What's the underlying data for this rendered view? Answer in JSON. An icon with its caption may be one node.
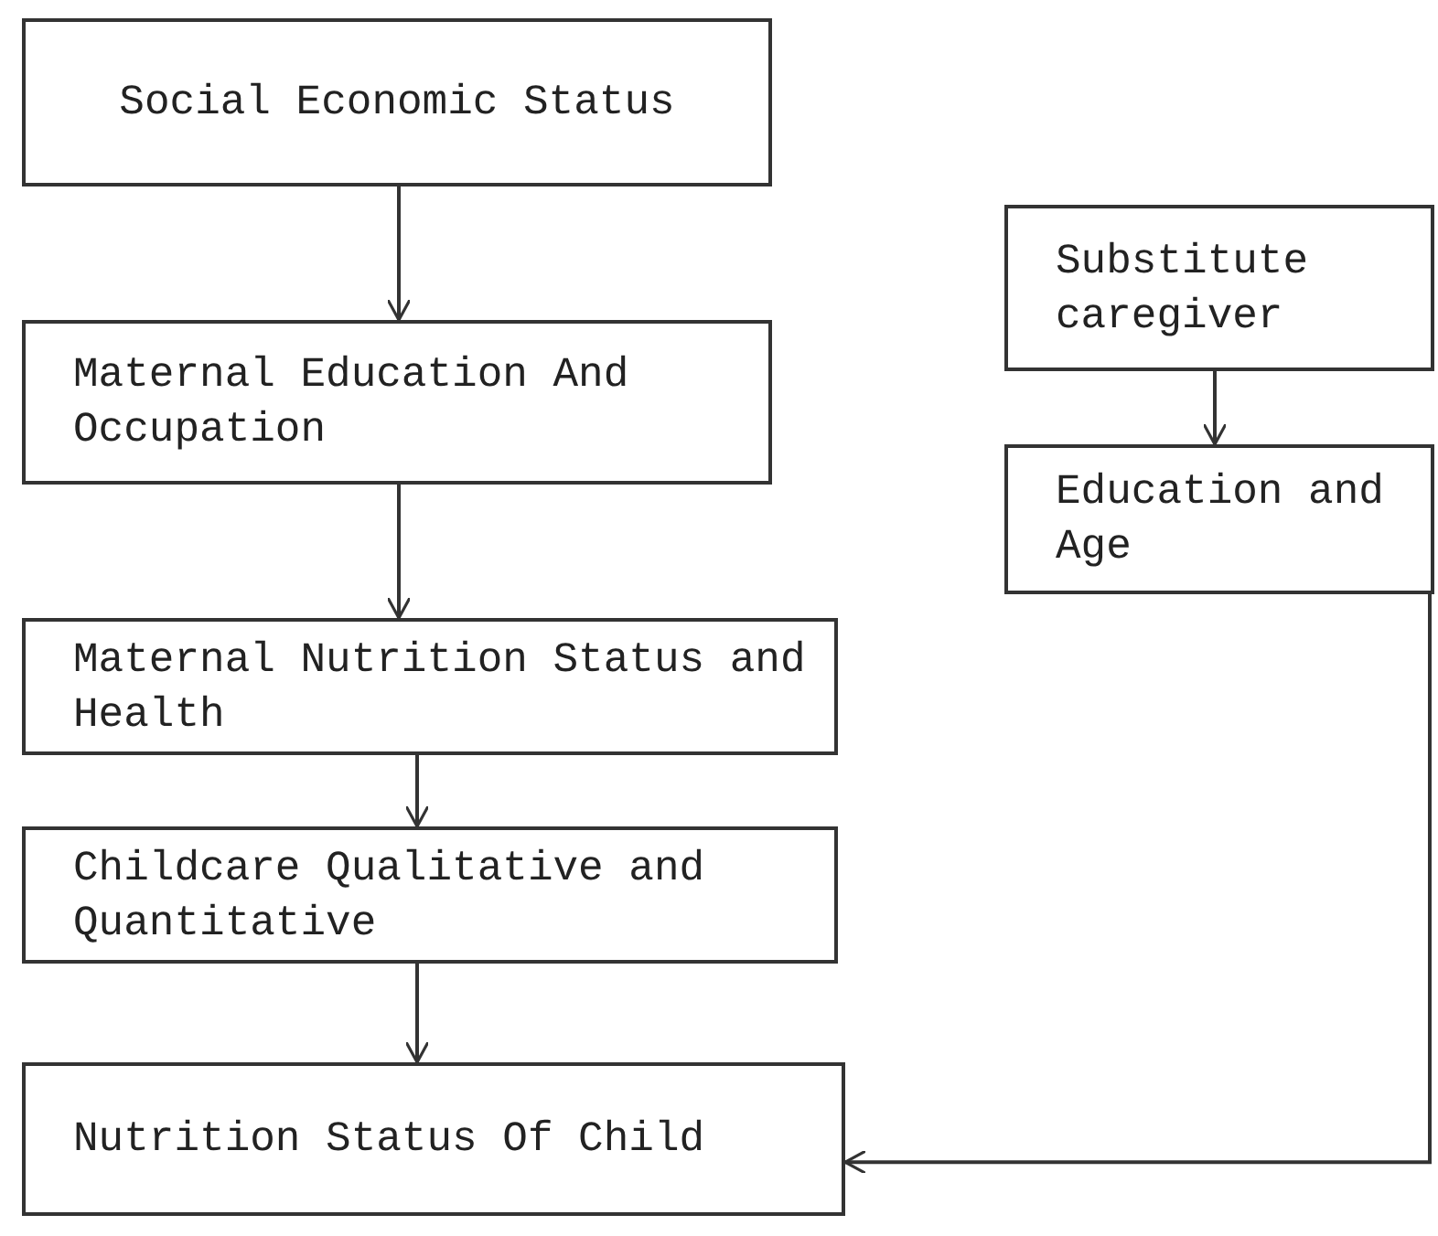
{
  "diagram": {
    "nodes": [
      {
        "text": [
          "Social Economic Status"
        ]
      },
      {
        "text": [
          "Maternal Education And Occupation"
        ]
      },
      {
        "text": [
          "Maternal Nutrition Status and Health"
        ]
      },
      {
        "text": [
          "Childcare Qualitative and Quantitative"
        ]
      },
      {
        "text": [
          "Nutrition Status Of Child"
        ]
      },
      {
        "text": [
          "Substitute caregiver"
        ]
      },
      {
        "text": [
          "Education and Age"
        ]
      }
    ],
    "edges": [
      {
        "from": 0,
        "to": 1,
        "arrow": "to"
      },
      {
        "from": 1,
        "to": 2,
        "arrow": "to"
      },
      {
        "from": 2,
        "to": 3,
        "arrow": "to"
      },
      {
        "from": 3,
        "to": 4,
        "arrow": "to"
      },
      {
        "from": 5,
        "to": 6,
        "arrow": "to"
      },
      {
        "from": 6,
        "to": 4,
        "arrow": "to"
      }
    ]
  }
}
